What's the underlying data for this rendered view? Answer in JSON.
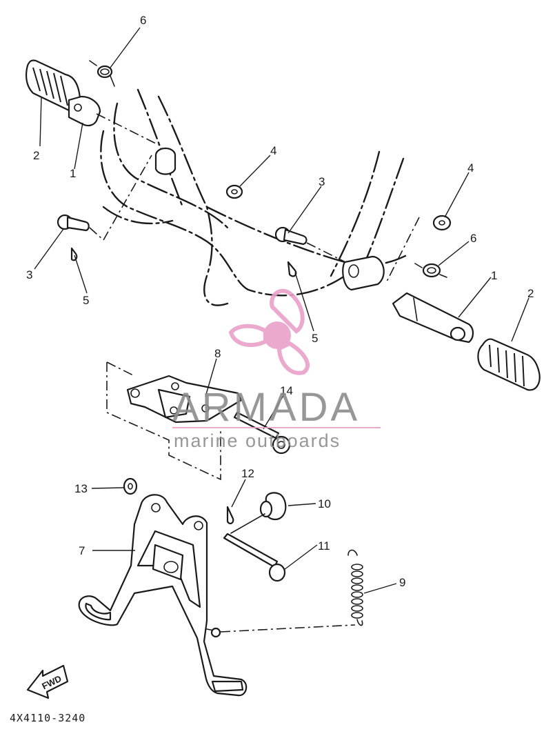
{
  "diagram": {
    "part_code": "4X4110-3240",
    "fwd_label": "FWD",
    "callouts": [
      {
        "id": "6a",
        "num": "6"
      },
      {
        "id": "2a",
        "num": "2"
      },
      {
        "id": "1a",
        "num": "1"
      },
      {
        "id": "4a",
        "num": "4"
      },
      {
        "id": "3a",
        "num": "3"
      },
      {
        "id": "5a",
        "num": "5"
      },
      {
        "id": "3b",
        "num": "3"
      },
      {
        "id": "4b",
        "num": "4"
      },
      {
        "id": "6b",
        "num": "6"
      },
      {
        "id": "1b",
        "num": "1"
      },
      {
        "id": "2b",
        "num": "2"
      },
      {
        "id": "5b",
        "num": "5"
      },
      {
        "id": "8",
        "num": "8"
      },
      {
        "id": "14",
        "num": "14"
      },
      {
        "id": "12",
        "num": "12"
      },
      {
        "id": "13",
        "num": "13"
      },
      {
        "id": "10",
        "num": "10"
      },
      {
        "id": "7",
        "num": "7"
      },
      {
        "id": "11",
        "num": "11"
      },
      {
        "id": "9",
        "num": "9"
      }
    ]
  },
  "watermark": {
    "brand": "ARMADA",
    "tagline": "marine outboards",
    "logo": "propeller-logo-icon",
    "color_pink": "#e8a0c8",
    "color_gray": "#8c8c8c"
  }
}
